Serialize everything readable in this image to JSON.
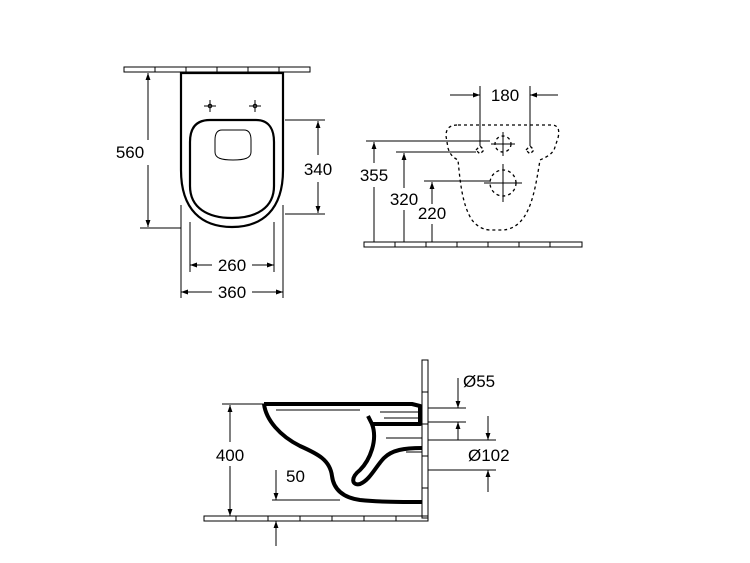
{
  "views": {
    "top": {
      "dim_length": "560",
      "dim_seat": "340",
      "dim_inner_width": "260",
      "dim_outer_width": "360"
    },
    "back": {
      "dim_hole_spacing": "180",
      "dim_355": "355",
      "dim_320": "320",
      "dim_220": "220"
    },
    "side": {
      "dim_height": "400",
      "dim_outlet_offset": "50",
      "dim_inlet_diameter": "Ø55",
      "dim_outlet_diameter": "Ø102"
    }
  }
}
